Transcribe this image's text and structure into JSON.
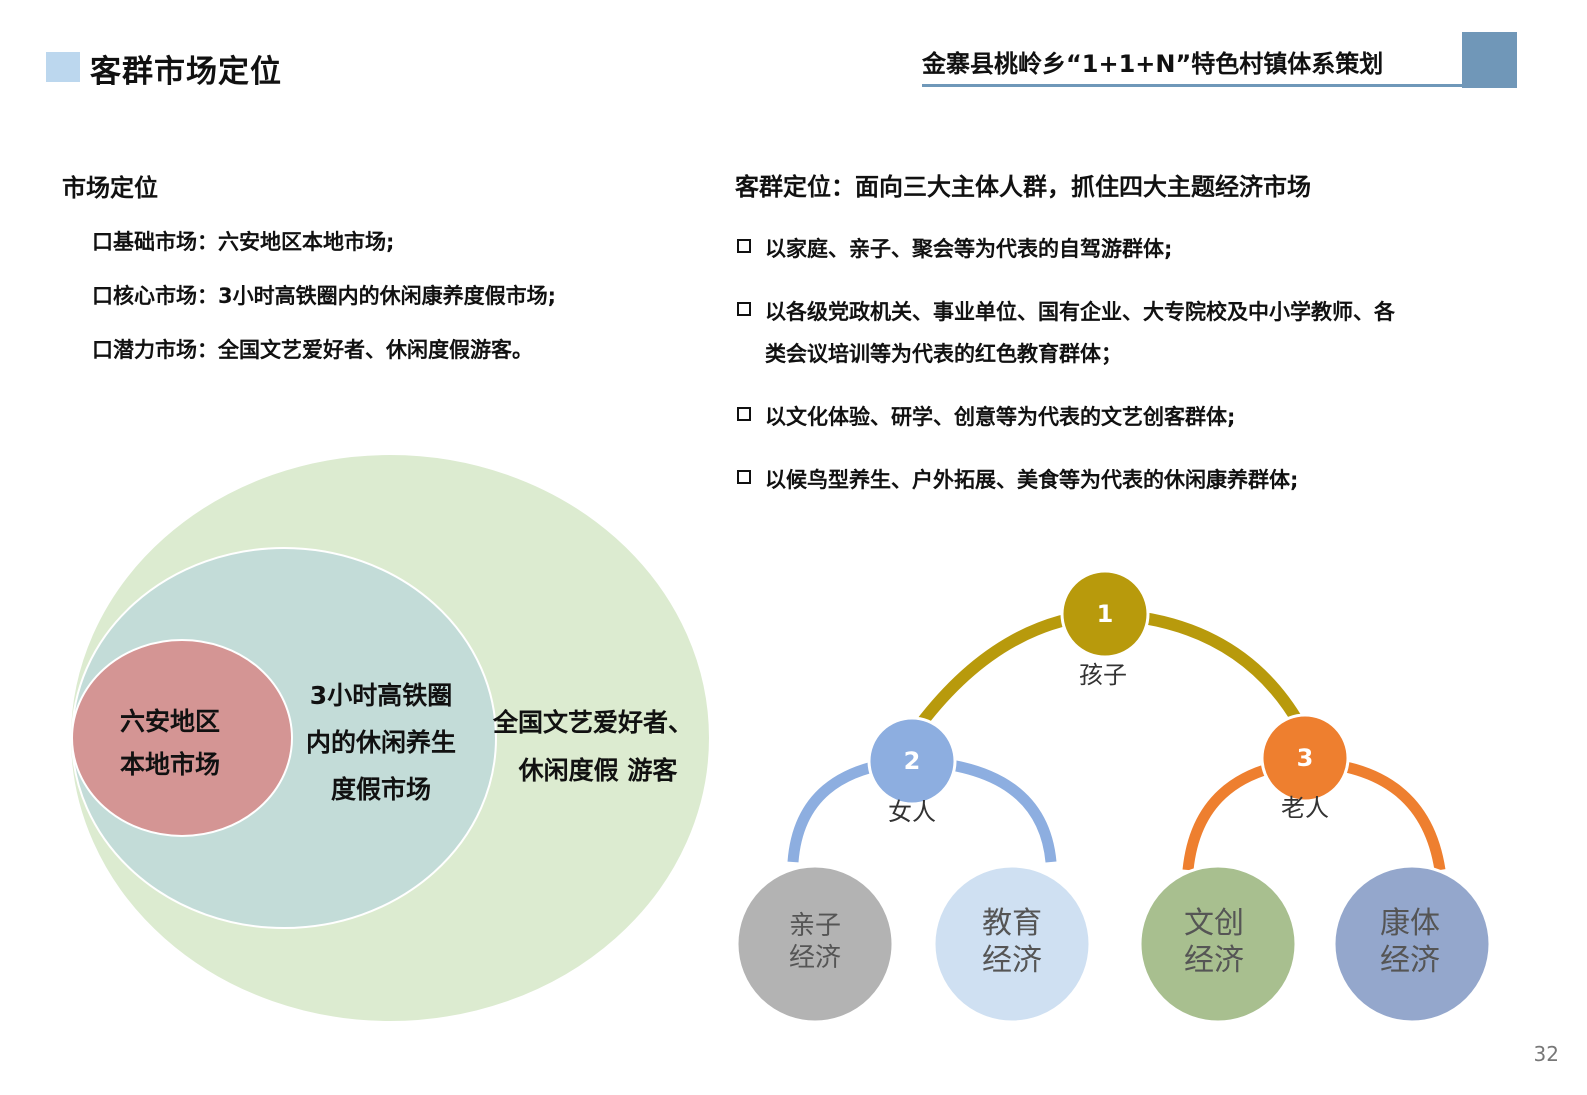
{
  "header": {
    "section_title": "客群市场定位",
    "project_title": "金寨县桃岭乡“1+1+N”特色村镇体系策划"
  },
  "market": {
    "heading": "市场定位",
    "items": [
      "口基础市场：六安地区本地市场;",
      "口核心市场：3小时高铁圈内的休闲康养度假市场;",
      "口潜力市场：全国文艺爱好者、休闲度假游客。"
    ]
  },
  "customer": {
    "heading": "客群定位：面向三大主体人群，抓住四大主题经济市场",
    "items": [
      "以家庭、亲子、聚会等为代表的自驾游群体;",
      "以各级党政机关、事业单位、国有企业、大专院校及中小学教师、各",
      "类会议培训等为代表的红色教育群体；",
      "以文化体验、研学、创意等为代表的文艺创客群体;",
      "以候鸟型养生、户外拓展、美食等为代表的休闲康养群体;"
    ]
  },
  "venn": {
    "inner": [
      "六安地区",
      "本地市场"
    ],
    "middle": [
      "3小时高铁圈",
      "内的休闲养生",
      "度假市场"
    ],
    "outer": [
      "全国文艺爱好者、",
      "休闲度假 游客"
    ],
    "colors": {
      "outer": "#dcebd0",
      "middle": "#c3dcd8",
      "inner": "#d49594"
    }
  },
  "tree": {
    "nodes": [
      {
        "num": "1",
        "label": "孩子",
        "color": "#b89a0c"
      },
      {
        "num": "2",
        "label": "女人",
        "color": "#8daee0"
      },
      {
        "num": "3",
        "label": "老人",
        "color": "#ee7f2f"
      }
    ],
    "economies": [
      {
        "lines": [
          "亲子",
          "经济"
        ],
        "color": "#b3b3b3"
      },
      {
        "lines": [
          "教育",
          "经济"
        ],
        "color": "#cfe0f2"
      },
      {
        "lines": [
          "文创",
          "经济"
        ],
        "color": "#a8bf8f"
      },
      {
        "lines": [
          "康体",
          "经济"
        ],
        "color": "#94a7cc"
      }
    ]
  },
  "page_number": "32"
}
